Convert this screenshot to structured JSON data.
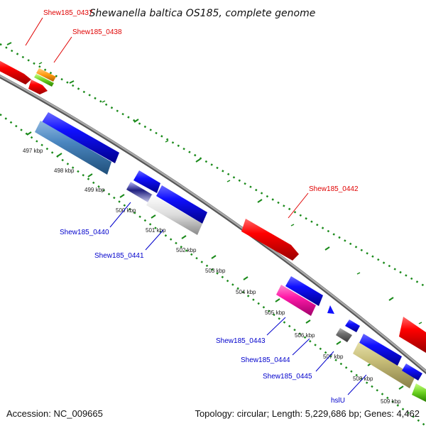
{
  "title": "Shewanella baltica OS185, complete genome",
  "footer": {
    "accession": "Accession: NC_009665",
    "summary": "Topology: circular; Length: 5,229,686 bp; Genes: 4,462"
  },
  "ticks": [
    "497 kbp",
    "498 kbp",
    "499 kbp",
    "500 kbp",
    "501 kbp",
    "502 kbp",
    "503 kbp",
    "504 kbp",
    "505 kbp",
    "506 kbp",
    "507 kbp",
    "508 kbp",
    "509 kbp"
  ],
  "gene_labels": [
    {
      "text": "Shew185_0437",
      "color": "#e00000"
    },
    {
      "text": "Shew185_0438",
      "color": "#e00000"
    },
    {
      "text": "Shew185_0442",
      "color": "#e00000"
    },
    {
      "text": "Shew185_0440",
      "color": "#0000cc"
    },
    {
      "text": "Shew185_0441",
      "color": "#0000cc"
    },
    {
      "text": "Shew185_0443",
      "color": "#0000cc"
    },
    {
      "text": "Shew185_0444",
      "color": "#0000cc"
    },
    {
      "text": "Shew185_0445",
      "color": "#0000cc"
    },
    {
      "text": "hslU",
      "color": "#0000cc"
    }
  ],
  "colors": {
    "forward": "#e00000",
    "reverse": "#0000cc",
    "backbone": "#888888",
    "dots": "#1a8a1a"
  }
}
